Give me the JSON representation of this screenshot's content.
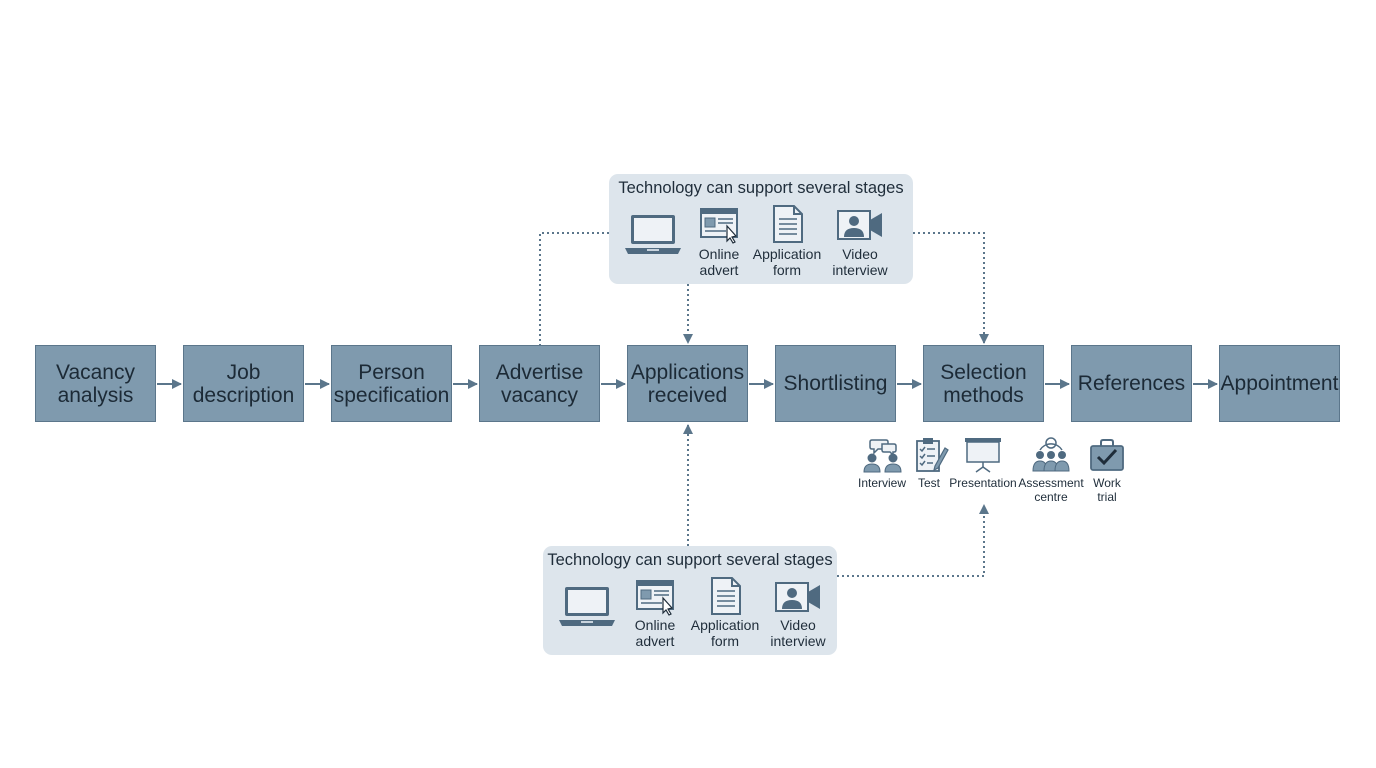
{
  "stages": [
    {
      "id": "vacancy-analysis",
      "label": "Vacancy\nanalysis"
    },
    {
      "id": "job-description",
      "label": "Job\ndescription"
    },
    {
      "id": "person-specification",
      "label": "Person\nspecification"
    },
    {
      "id": "advertise-vacancy",
      "label": "Advertise\nvacancy"
    },
    {
      "id": "applications-received",
      "label": "Applications\nreceived"
    },
    {
      "id": "shortlisting",
      "label": "Shortlisting"
    },
    {
      "id": "selection-methods",
      "label": "Selection\nmethods"
    },
    {
      "id": "references",
      "label": "References"
    },
    {
      "id": "appointment",
      "label": "Appointment"
    }
  ],
  "technology_top": {
    "title": "Technology can support several stages",
    "items": [
      {
        "icon": "laptop-icon",
        "label": ""
      },
      {
        "icon": "online-advert-icon",
        "label": "Online\nadvert"
      },
      {
        "icon": "application-form-icon",
        "label": "Application\nform"
      },
      {
        "icon": "video-interview-icon",
        "label": "Video\ninterview"
      }
    ]
  },
  "technology_bottom": {
    "title": "Technology can support several stages",
    "items": [
      {
        "icon": "laptop-icon",
        "label": ""
      },
      {
        "icon": "online-advert-icon",
        "label": "Online\nadvert"
      },
      {
        "icon": "application-form-icon",
        "label": "Application\nform"
      },
      {
        "icon": "video-interview-icon",
        "label": "Video\ninterview"
      }
    ]
  },
  "selection_methods": [
    {
      "icon": "interview-icon",
      "label": "Interview"
    },
    {
      "icon": "test-icon",
      "label": "Test"
    },
    {
      "icon": "presentation-icon",
      "label": "Presentation"
    },
    {
      "icon": "assessment-centre-icon",
      "label": "Assessment\ncentre"
    },
    {
      "icon": "work-trial-icon",
      "label": "Work\ntrial"
    }
  ],
  "colors": {
    "stage_fill": "#7f9aae",
    "stage_border": "#5b768b",
    "tech_panel": "#dde5ec",
    "arrow": "#5b768b",
    "icon": "#4f6a80"
  }
}
